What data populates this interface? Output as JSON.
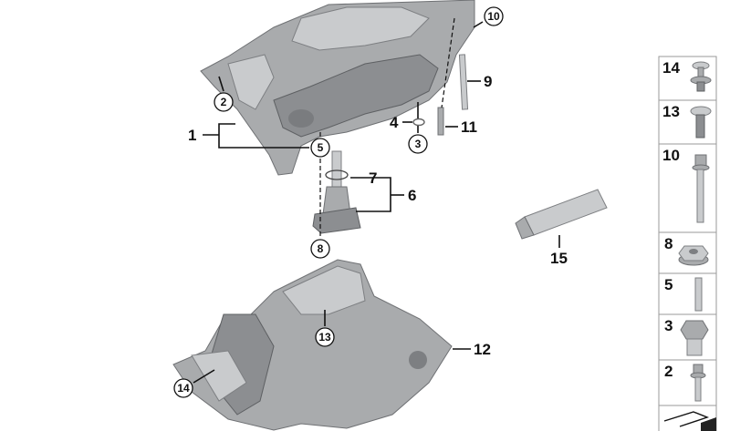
{
  "diagram": {
    "callouts": {
      "c1": "1",
      "c2": "2",
      "c3": "3",
      "c4": "4",
      "c5": "5",
      "c6": "6",
      "c7": "7",
      "c8": "8",
      "c9": "9",
      "c10": "10",
      "c11": "11",
      "c12": "12",
      "c13": "13",
      "c14": "14",
      "c15": "15"
    },
    "legend": [
      {
        "label": "14",
        "icon": "clip-rivet-icon"
      },
      {
        "label": "13",
        "icon": "expanding-rivet-icon"
      },
      {
        "label": "10",
        "icon": "long-bolt-icon"
      },
      {
        "label": "8",
        "icon": "hex-flange-nut-icon"
      },
      {
        "label": "5",
        "icon": "stud-icon"
      },
      {
        "label": "3",
        "icon": "drain-plug-icon"
      },
      {
        "label": "2",
        "icon": "flange-bolt-icon"
      }
    ]
  }
}
